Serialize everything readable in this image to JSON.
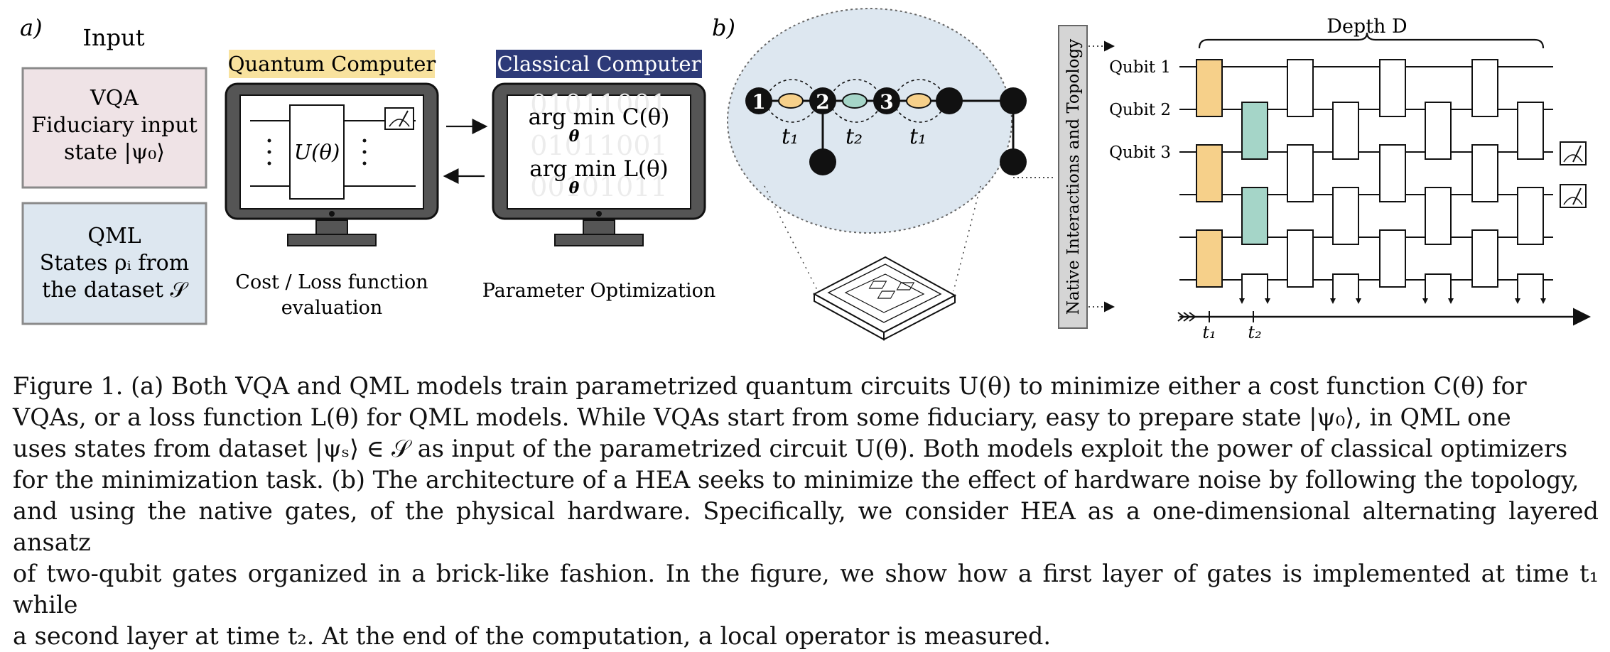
{
  "panel_a": {
    "label": "a)",
    "input_title": "Input",
    "vqa_box": [
      "VQA",
      "Fiduciary input",
      "state |ψ₀⟩"
    ],
    "qml_box": [
      "QML",
      "States ρᵢ from",
      "the dataset 𝒮"
    ],
    "quantum_title": "Quantum Computer",
    "classical_title": "Classical Computer",
    "unitary_label": "U(θ)",
    "argmin_1": "arg min C(θ)",
    "argmin_2": "arg min L(θ)",
    "argmin_sub": "θ",
    "binary_1": "01011001",
    "binary_2": "01011001",
    "binary_3": "00101011",
    "cost_label": [
      "Cost / Loss function",
      "evaluation"
    ],
    "opt_label": "Parameter Optimization"
  },
  "panel_b": {
    "label": "b)",
    "node_labels": [
      "1",
      "2",
      "3"
    ],
    "time_labels": [
      "t₁",
      "t₂",
      "t₁"
    ],
    "native_label": "Native Interactions and Topology",
    "depth_label": "Depth D",
    "qubit_labels": [
      "Qubit 1",
      "Qubit 2",
      "Qubit 3"
    ],
    "axis_ticks": [
      "t₁",
      "t₂"
    ]
  },
  "caption": {
    "l1": "Figure 1. (a) Both VQA and QML models train parametrized quantum circuits U(θ) to minimize either a cost function C(θ) for",
    "l2": "VQAs, or a loss function L(θ) for QML models. While VQAs start from some fiduciary, easy to prepare state |ψ₀⟩, in QML one",
    "l3": "uses states from dataset |ψₛ⟩ ∈ 𝒮 as input of the parametrized circuit U(θ). Both models exploit the power of classical optimizers",
    "l4": "for the minimization task. (b) The architecture of a HEA seeks to minimize the effect of hardware noise by following the topology,",
    "l5": "and using the native gates, of the physical hardware. Specifically, we consider HEA as a one-dimensional alternating layered ansatz",
    "l6": "of two-qubit gates organized in a brick-like fashion. In the figure, we show how a first layer of gates is implemented at time t₁ while",
    "l7": "a second layer at time t₂. At the end of the computation, a local operator is measured."
  },
  "colors": {
    "vqa_fill": "#efe3e6",
    "qml_fill": "#dde7f0",
    "quantum_header": "#f8e29e",
    "classical_header": "#2d3a78",
    "monitor": "#555555",
    "ellipse_fill": "#dde7f0",
    "gate_yellow": "#f6d08a",
    "gate_teal": "#a5d5c8"
  }
}
